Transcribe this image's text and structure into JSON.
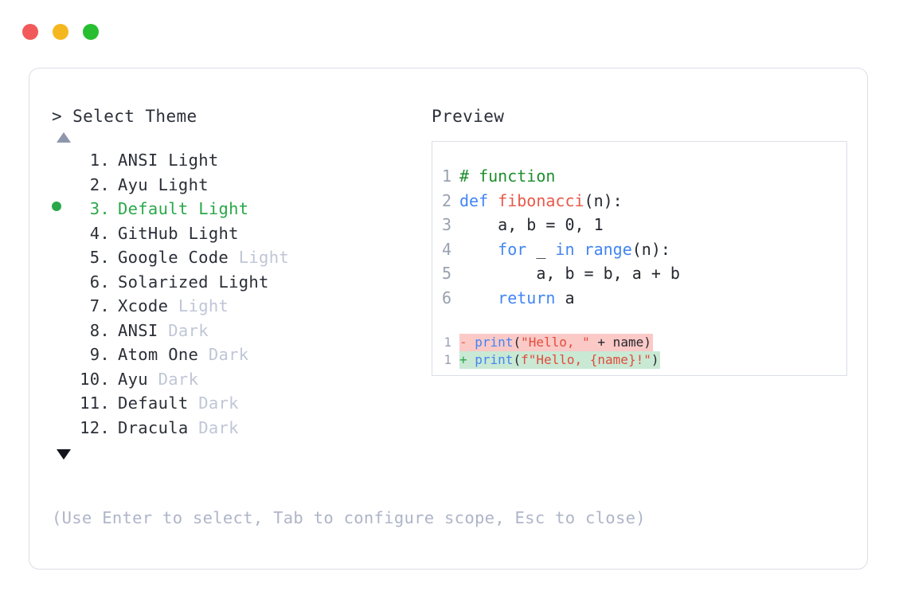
{
  "window": {
    "dots": [
      {
        "name": "close",
        "color": "#F2595A"
      },
      {
        "name": "minimize",
        "color": "#F5B71F"
      },
      {
        "name": "maximize",
        "color": "#27BE30"
      }
    ]
  },
  "left": {
    "prompt": "> Select Theme",
    "scroll_up_icon": "triangle-up-icon",
    "scroll_down_icon": "triangle-down-icon",
    "selected_index": 3,
    "selected_color": "#2BA84A",
    "muted_color": "#BFC6D6",
    "items": [
      {
        "index": " 1.",
        "name": "ANSI",
        "variant": "Light",
        "variant_muted": false,
        "selected": false
      },
      {
        "index": " 2.",
        "name": "Ayu",
        "variant": "Light",
        "variant_muted": false,
        "selected": false
      },
      {
        "index": " 3.",
        "name": "Default",
        "variant": "Light",
        "variant_muted": false,
        "selected": true
      },
      {
        "index": " 4.",
        "name": "GitHub",
        "variant": "Light",
        "variant_muted": false,
        "selected": false
      },
      {
        "index": " 5.",
        "name": "Google Code",
        "variant": "Light",
        "variant_muted": true,
        "selected": false
      },
      {
        "index": " 6.",
        "name": "Solarized",
        "variant": "Light",
        "variant_muted": false,
        "selected": false
      },
      {
        "index": " 7.",
        "name": "Xcode",
        "variant": "Light",
        "variant_muted": true,
        "selected": false
      },
      {
        "index": " 8.",
        "name": "ANSI",
        "variant": "Dark",
        "variant_muted": true,
        "selected": false
      },
      {
        "index": " 9.",
        "name": "Atom One",
        "variant": "Dark",
        "variant_muted": true,
        "selected": false
      },
      {
        "index": "10.",
        "name": "Ayu",
        "variant": "Dark",
        "variant_muted": true,
        "selected": false
      },
      {
        "index": "11.",
        "name": "Default",
        "variant": "Dark",
        "variant_muted": true,
        "selected": false
      },
      {
        "index": "12.",
        "name": "Dracula",
        "variant": "Dark",
        "variant_muted": true,
        "selected": false
      }
    ],
    "hint": "(Use Enter to select, Tab to configure scope, Esc to close)"
  },
  "right": {
    "label": "Preview",
    "code_lines": [
      {
        "num": "1",
        "tokens": [
          {
            "t": "# function",
            "c": "comment"
          }
        ]
      },
      {
        "num": "2",
        "tokens": [
          {
            "t": "def ",
            "c": "keyword"
          },
          {
            "t": "fibonacci",
            "c": "fn"
          },
          {
            "t": "(n):",
            "c": "plain"
          }
        ]
      },
      {
        "num": "3",
        "tokens": [
          {
            "t": "    a, b = 0, 1",
            "c": "plain"
          }
        ]
      },
      {
        "num": "4",
        "tokens": [
          {
            "t": "    ",
            "c": "plain"
          },
          {
            "t": "for",
            "c": "keyword"
          },
          {
            "t": " _ ",
            "c": "plain"
          },
          {
            "t": "in range",
            "c": "keyword"
          },
          {
            "t": "(n):",
            "c": "plain"
          }
        ]
      },
      {
        "num": "5",
        "tokens": [
          {
            "t": "        a, b = b, a + b",
            "c": "plain"
          }
        ]
      },
      {
        "num": "6",
        "tokens": [
          {
            "t": "    ",
            "c": "plain"
          },
          {
            "t": "return",
            "c": "keyword"
          },
          {
            "t": " a",
            "c": "plain"
          }
        ]
      }
    ],
    "diff_lines": [
      {
        "num": "1",
        "kind": "del",
        "marker": "- ",
        "tokens": [
          {
            "t": "print",
            "c": "keyword"
          },
          {
            "t": "(",
            "c": "plain"
          },
          {
            "t": "\"Hello, \"",
            "c": "string"
          },
          {
            "t": " + name)",
            "c": "plain"
          }
        ]
      },
      {
        "num": "1",
        "kind": "add",
        "marker": "+ ",
        "tokens": [
          {
            "t": "print",
            "c": "keyword"
          },
          {
            "t": "(",
            "c": "plain"
          },
          {
            "t": "f\"Hello, {name}!\"",
            "c": "string"
          },
          {
            "t": ")",
            "c": "plain"
          }
        ]
      }
    ],
    "colors": {
      "comment": "#1E8E2E",
      "keyword": "#4285F4",
      "function": "#E8594A",
      "string": "#E24B3C",
      "plain": "#25282F",
      "diff_del_bg": "#FBC9C6",
      "diff_add_bg": "#C9E9D4"
    }
  }
}
